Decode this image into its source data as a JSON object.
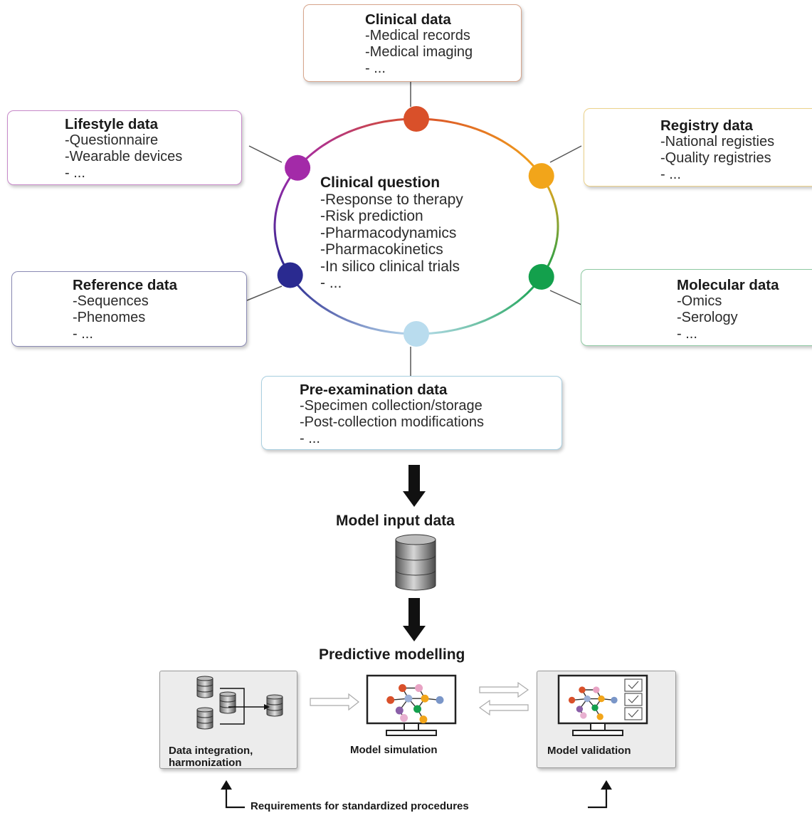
{
  "center": {
    "title": "Clinical question",
    "items": [
      "-Response to therapy",
      "-Risk prediction",
      "-Pharmacodynamics",
      "-Pharmacokinetics",
      "-In silico clinical trials",
      "- ..."
    ]
  },
  "boxes": {
    "clinical": {
      "title": "Clinical data",
      "items": [
        "-Medical records",
        "-Medical imaging",
        "- ..."
      ]
    },
    "lifestyle": {
      "title": "Lifestyle data",
      "items": [
        "-Questionnaire",
        "-Wearable devices",
        "- ..."
      ]
    },
    "registry": {
      "title": "Registry data",
      "items": [
        "-National registies",
        "-Quality registries",
        "- ..."
      ]
    },
    "reference": {
      "title": "Reference data",
      "items": [
        "-Sequences",
        "-Phenomes",
        "- ..."
      ]
    },
    "molecular": {
      "title": "Molecular data",
      "items": [
        "-Omics",
        "-Serology",
        "- ..."
      ]
    },
    "preexam": {
      "title": "Pre-examination data",
      "items": [
        "-Specimen collection/storage",
        "-Post-collection modifications",
        "- ..."
      ]
    }
  },
  "flow": {
    "model_input": "Model input data",
    "predictive": "Predictive modelling",
    "integration": [
      "Data integration,",
      "harmonization"
    ],
    "simulation": "Model simulation",
    "validation": "Model validation",
    "requirements": "Requirements for standardized procedures"
  },
  "colors": {
    "clinical": "#d9502a",
    "registry": "#f2a51a",
    "molecular": "#13a04c",
    "preexam": "#b9dcee",
    "reference": "#2a2a90",
    "lifestyle": "#a32aa8"
  }
}
